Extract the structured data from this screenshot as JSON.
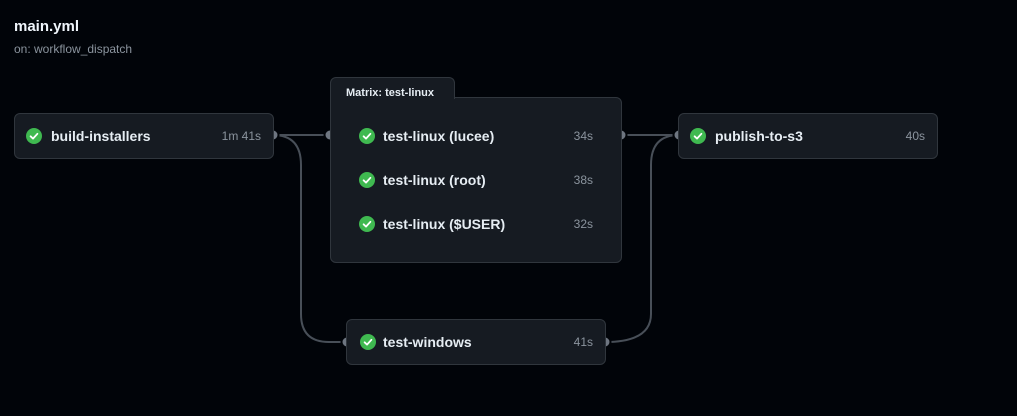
{
  "workflow": {
    "title": "main.yml",
    "trigger": "on: workflow_dispatch"
  },
  "colors": {
    "background": "#010409",
    "card": "#161b22",
    "border": "#30363d",
    "success": "#3fb950",
    "text": "#e6edf3",
    "muted": "#8b949e",
    "edge": "#484f58"
  },
  "jobs": {
    "build_installers": {
      "name": "build-installers",
      "duration": "1m 41s",
      "status": "success",
      "icon": "check-circle-icon"
    },
    "publish_to_s3": {
      "name": "publish-to-s3",
      "duration": "40s",
      "status": "success",
      "icon": "check-circle-icon"
    },
    "test_windows": {
      "name": "test-windows",
      "duration": "41s",
      "status": "success",
      "icon": "check-circle-icon"
    }
  },
  "matrix": {
    "label": "Matrix: test-linux",
    "jobs": [
      {
        "name": "test-linux (lucee)",
        "duration": "34s",
        "status": "success",
        "icon": "check-circle-icon"
      },
      {
        "name": "test-linux (root)",
        "duration": "38s",
        "status": "success",
        "icon": "check-circle-icon"
      },
      {
        "name": "test-linux ($USER)",
        "duration": "32s",
        "status": "success",
        "icon": "check-circle-icon"
      }
    ]
  }
}
